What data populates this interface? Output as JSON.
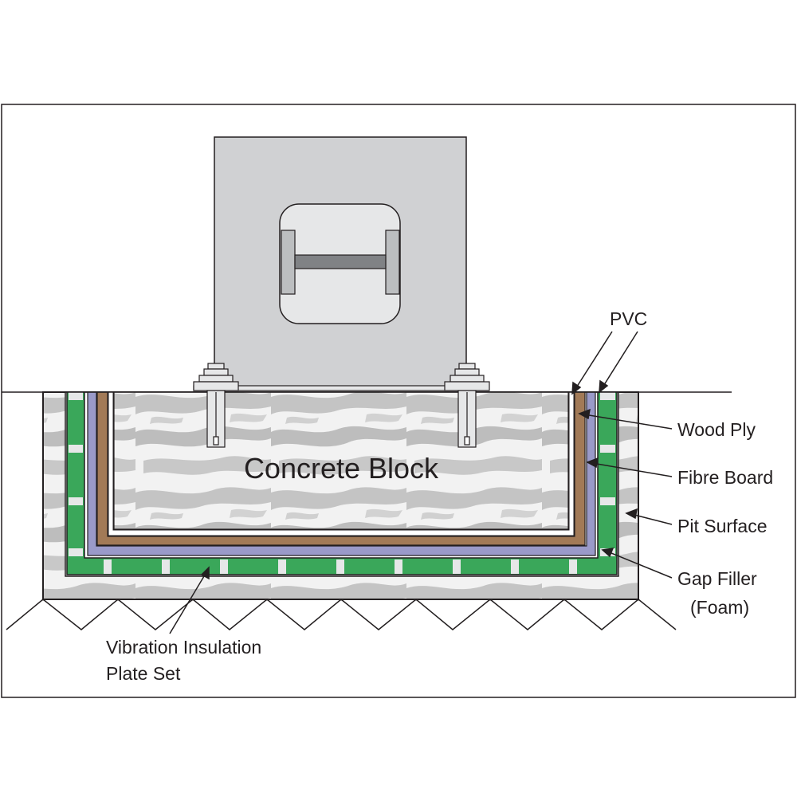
{
  "labels": {
    "concrete_block": "Concrete Block",
    "pvc": "PVC",
    "wood_ply": "Wood Ply",
    "fibre_board": "Fibre Board",
    "pit_surface": "Pit Surface",
    "gap_filler_line1": "Gap Filler",
    "gap_filler_line2": "(Foam)",
    "vibration_line1": "Vibration Insulation",
    "vibration_line2": "Plate Set"
  },
  "colors": {
    "outline": "#231f20",
    "machine_fill": "#d0d1d3",
    "machine_window": "#e6e7e8",
    "beam": "#808285",
    "flange": "#bcbec0",
    "concrete_base": "#f2f2f2",
    "concrete_mottle": "#bfbfbf",
    "green_plate": "#3aa75a",
    "fibre_board": "#9a9ac9",
    "wood_ply": "#a27a57",
    "gap_filler": "#ffffff"
  }
}
